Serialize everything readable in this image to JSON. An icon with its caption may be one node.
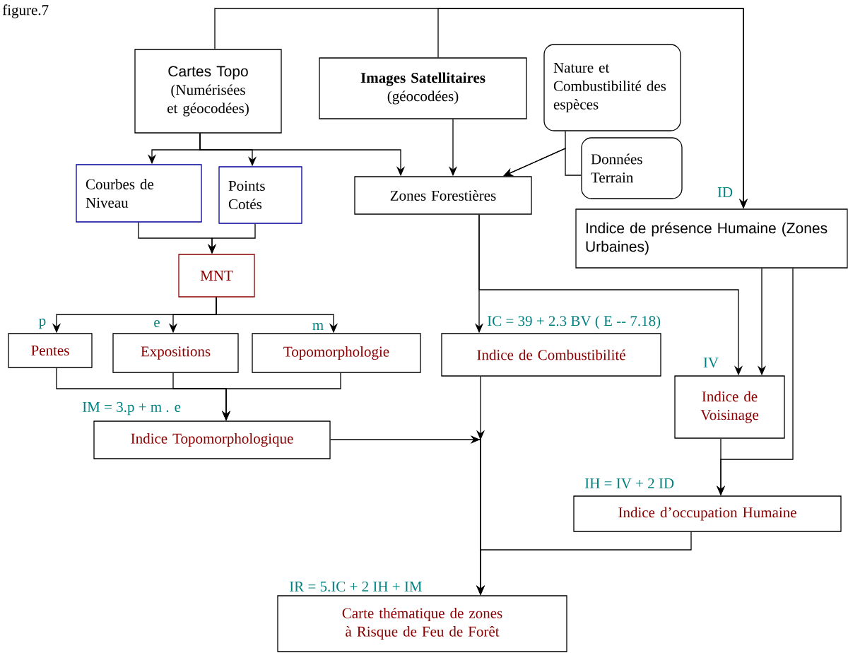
{
  "diagram": {
    "nodes": [
      {
        "text": [
          "Cartes Topo",
          "(Numérisées et géocodées)"
        ]
      },
      {
        "text": [
          "Images Satellitaires",
          "(géocodées)"
        ]
      },
      {
        "text": [
          "Nature et Combustibilité des espèces"
        ]
      },
      {
        "text": [
          "Données Terrain"
        ]
      },
      {
        "text": [
          "Courbes de Niveau"
        ]
      },
      {
        "text": [
          "Points Cotés"
        ]
      },
      {
        "text": [
          "Zones Forestières"
        ]
      },
      {
        "text": [
          "Indice de présence Humaine (Zones Urbaines)"
        ],
        "beside": [
          "ID"
        ]
      },
      {
        "text": [
          "MNT"
        ]
      },
      {
        "text": [
          "Pentes"
        ],
        "beside": [
          "p"
        ]
      },
      {
        "text": [
          "Expositions"
        ],
        "beside": [
          "e"
        ]
      },
      {
        "text": [
          "Topomorphologie"
        ],
        "beside": [
          "m"
        ]
      },
      {
        "text": [
          "Indice de Combustibilité"
        ],
        "beside": [
          "IC = 39 + 2.3 BV ( E -- 7.18)"
        ]
      },
      {
        "text": [
          "Indice de Voisinage"
        ],
        "beside": [
          "IV"
        ]
      },
      {
        "text": [
          "Indice Topomorphologique"
        ],
        "beside": [
          "IM = 3.p + m . e"
        ]
      },
      {
        "text": [
          "Indice d’occupation Humaine"
        ],
        "beside": [
          "IH = IV + 2 ID"
        ]
      },
      {
        "text": [
          "Carte thématique de zones à Risque de Feu de Forêt"
        ],
        "beside": [
          "IR = 5.IC + 2 IH + IM"
        ]
      }
    ],
    "edges": [
      {
        "from": 0,
        "to": 7,
        "arrow": "to"
      },
      {
        "from": 1,
        "to": 7,
        "arrow": "to"
      },
      {
        "from": 0,
        "to": 4,
        "arrow": "to"
      },
      {
        "from": 0,
        "to": 5,
        "arrow": "to"
      },
      {
        "from": 0,
        "to": 6,
        "arrow": "to"
      },
      {
        "from": 1,
        "to": 6,
        "arrow": "to"
      },
      {
        "from": 2,
        "to": 6,
        "arrow": "to"
      },
      {
        "from": 3,
        "to": 6,
        "arrow": "to"
      },
      {
        "from": 4,
        "to": 8,
        "arrow": "to"
      },
      {
        "from": 5,
        "to": 8,
        "arrow": "to"
      },
      {
        "from": 8,
        "to": 9,
        "arrow": "to"
      },
      {
        "from": 8,
        "to": 10,
        "arrow": "to"
      },
      {
        "from": 8,
        "to": 11,
        "arrow": "to"
      },
      {
        "from": 9,
        "to": 14,
        "arrow": "to"
      },
      {
        "from": 10,
        "to": 14,
        "arrow": "to"
      },
      {
        "from": 11,
        "to": 14,
        "arrow": "to"
      },
      {
        "from": 6,
        "to": 12,
        "arrow": "to"
      },
      {
        "from": 6,
        "to": 13,
        "arrow": "to"
      },
      {
        "from": 7,
        "to": 13,
        "arrow": "to"
      },
      {
        "from": 7,
        "to": 15,
        "arrow": "to"
      },
      {
        "from": 13,
        "to": 15,
        "arrow": "to"
      },
      {
        "from": 12,
        "to": 16,
        "arrow": "to"
      },
      {
        "from": 14,
        "to": 16,
        "arrow": "to"
      },
      {
        "from": 15,
        "to": 16,
        "arrow": "to"
      }
    ],
    "labels": [
      "figure.7"
    ]
  }
}
